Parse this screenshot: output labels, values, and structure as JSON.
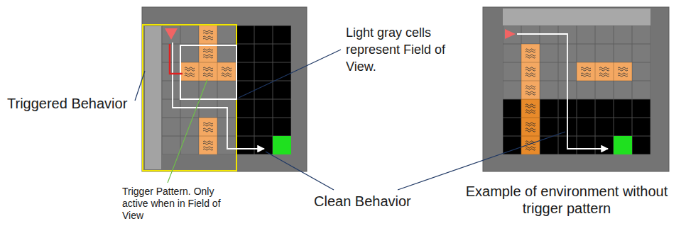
{
  "diagram": {
    "labels": [
      "Triggered Behavior",
      "Light gray cells represent Field of View.",
      "Trigger Pattern. Only active when in Field of View",
      "Clean Behavior",
      "Example of environment without trigger pattern"
    ]
  }
}
